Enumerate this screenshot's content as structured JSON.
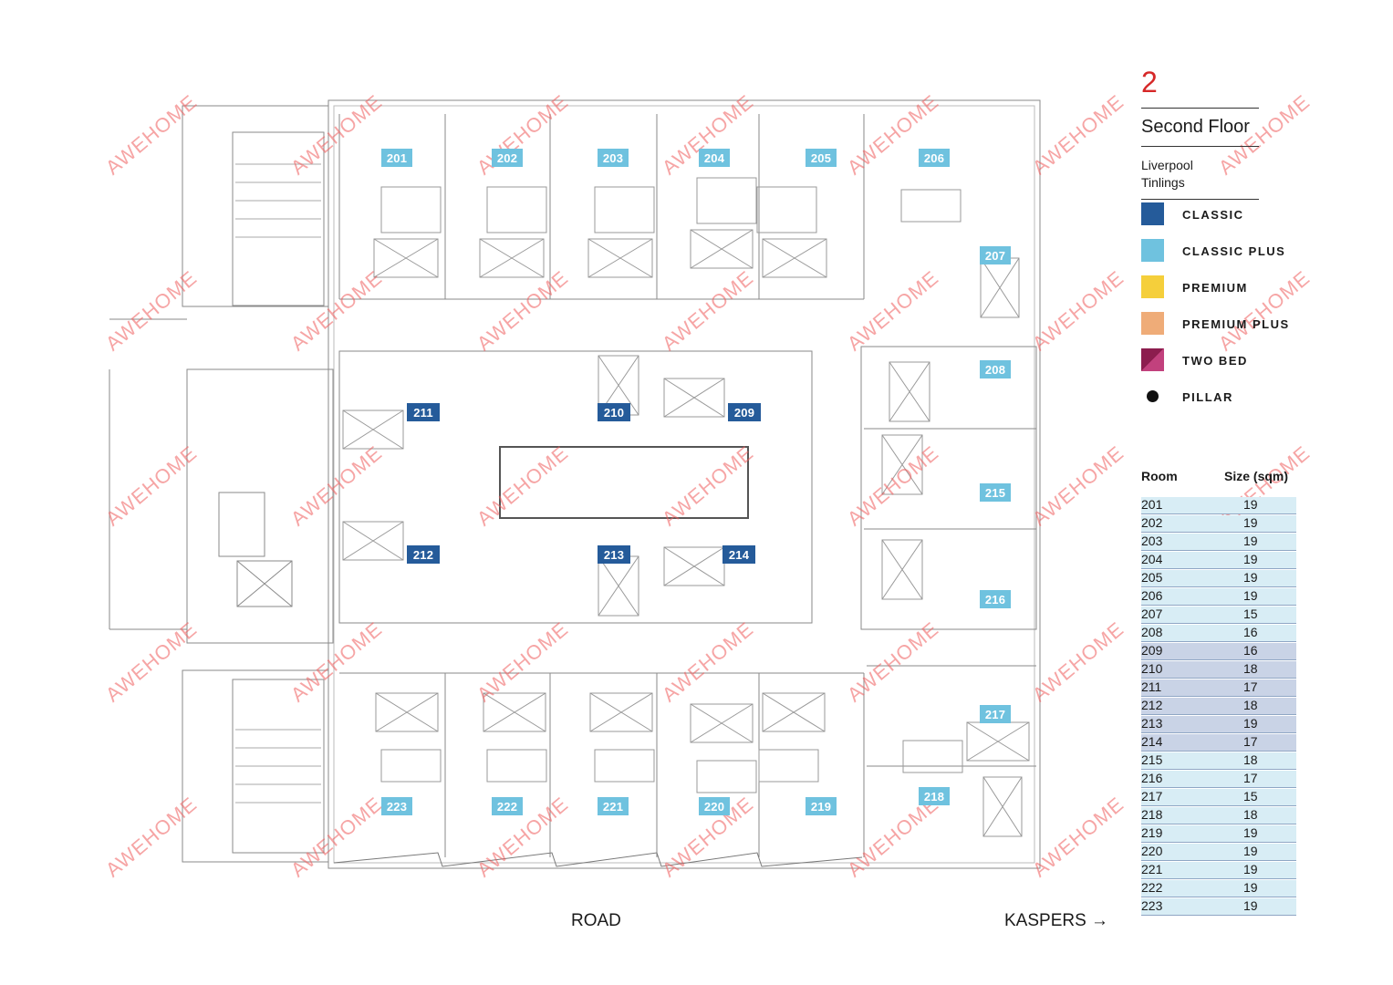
{
  "floor": {
    "number": "2",
    "title": "Second Floor",
    "building": [
      "Liverpool",
      "Tinlings"
    ]
  },
  "legend": [
    {
      "label": "CLASSIC",
      "color": "#255b9a",
      "shape": "square"
    },
    {
      "label": "CLASSIC PLUS",
      "color": "#6fc2df",
      "shape": "square"
    },
    {
      "label": "PREMIUM",
      "color": "#f5cf3b",
      "shape": "square"
    },
    {
      "label": "PREMIUM PLUS",
      "color": "#efac78",
      "shape": "square"
    },
    {
      "label": "TWO BED",
      "color": "#8c1d4e",
      "color2": "#c2417d",
      "shape": "diagonal-square"
    },
    {
      "label": "PILLAR",
      "color": "#111111",
      "shape": "dot"
    }
  ],
  "table": {
    "headers": [
      "Room",
      "Size (sqm)"
    ],
    "rows": [
      [
        "201",
        "19"
      ],
      [
        "202",
        "19"
      ],
      [
        "203",
        "19"
      ],
      [
        "204",
        "19"
      ],
      [
        "205",
        "19"
      ],
      [
        "206",
        "19"
      ],
      [
        "207",
        "15"
      ],
      [
        "208",
        "16"
      ],
      [
        "209",
        "16"
      ],
      [
        "210",
        "18"
      ],
      [
        "211",
        "17"
      ],
      [
        "212",
        "18"
      ],
      [
        "213",
        "19"
      ],
      [
        "214",
        "17"
      ],
      [
        "215",
        "18"
      ],
      [
        "216",
        "17"
      ],
      [
        "217",
        "15"
      ],
      [
        "218",
        "18"
      ],
      [
        "219",
        "19"
      ],
      [
        "220",
        "19"
      ],
      [
        "221",
        "19"
      ],
      [
        "222",
        "19"
      ],
      [
        "223",
        "19"
      ]
    ],
    "row_colors": {
      "classic": "#c9d3e6",
      "classic_plus": "#d8edf5"
    }
  },
  "rooms": {
    "201": "classic_plus",
    "202": "classic_plus",
    "203": "classic_plus",
    "204": "classic_plus",
    "205": "classic_plus",
    "206": "classic_plus",
    "207": "classic_plus",
    "208": "classic_plus",
    "209": "classic",
    "210": "classic",
    "211": "classic",
    "212": "classic",
    "213": "classic",
    "214": "classic",
    "215": "classic_plus",
    "216": "classic_plus",
    "217": "classic_plus",
    "218": "classic_plus",
    "219": "classic_plus",
    "220": "classic_plus",
    "221": "classic_plus",
    "222": "classic_plus",
    "223": "classic_plus"
  },
  "labels": {
    "road": "ROAD",
    "kaspers": "KASPERS →"
  },
  "watermark": "AWEHOME"
}
